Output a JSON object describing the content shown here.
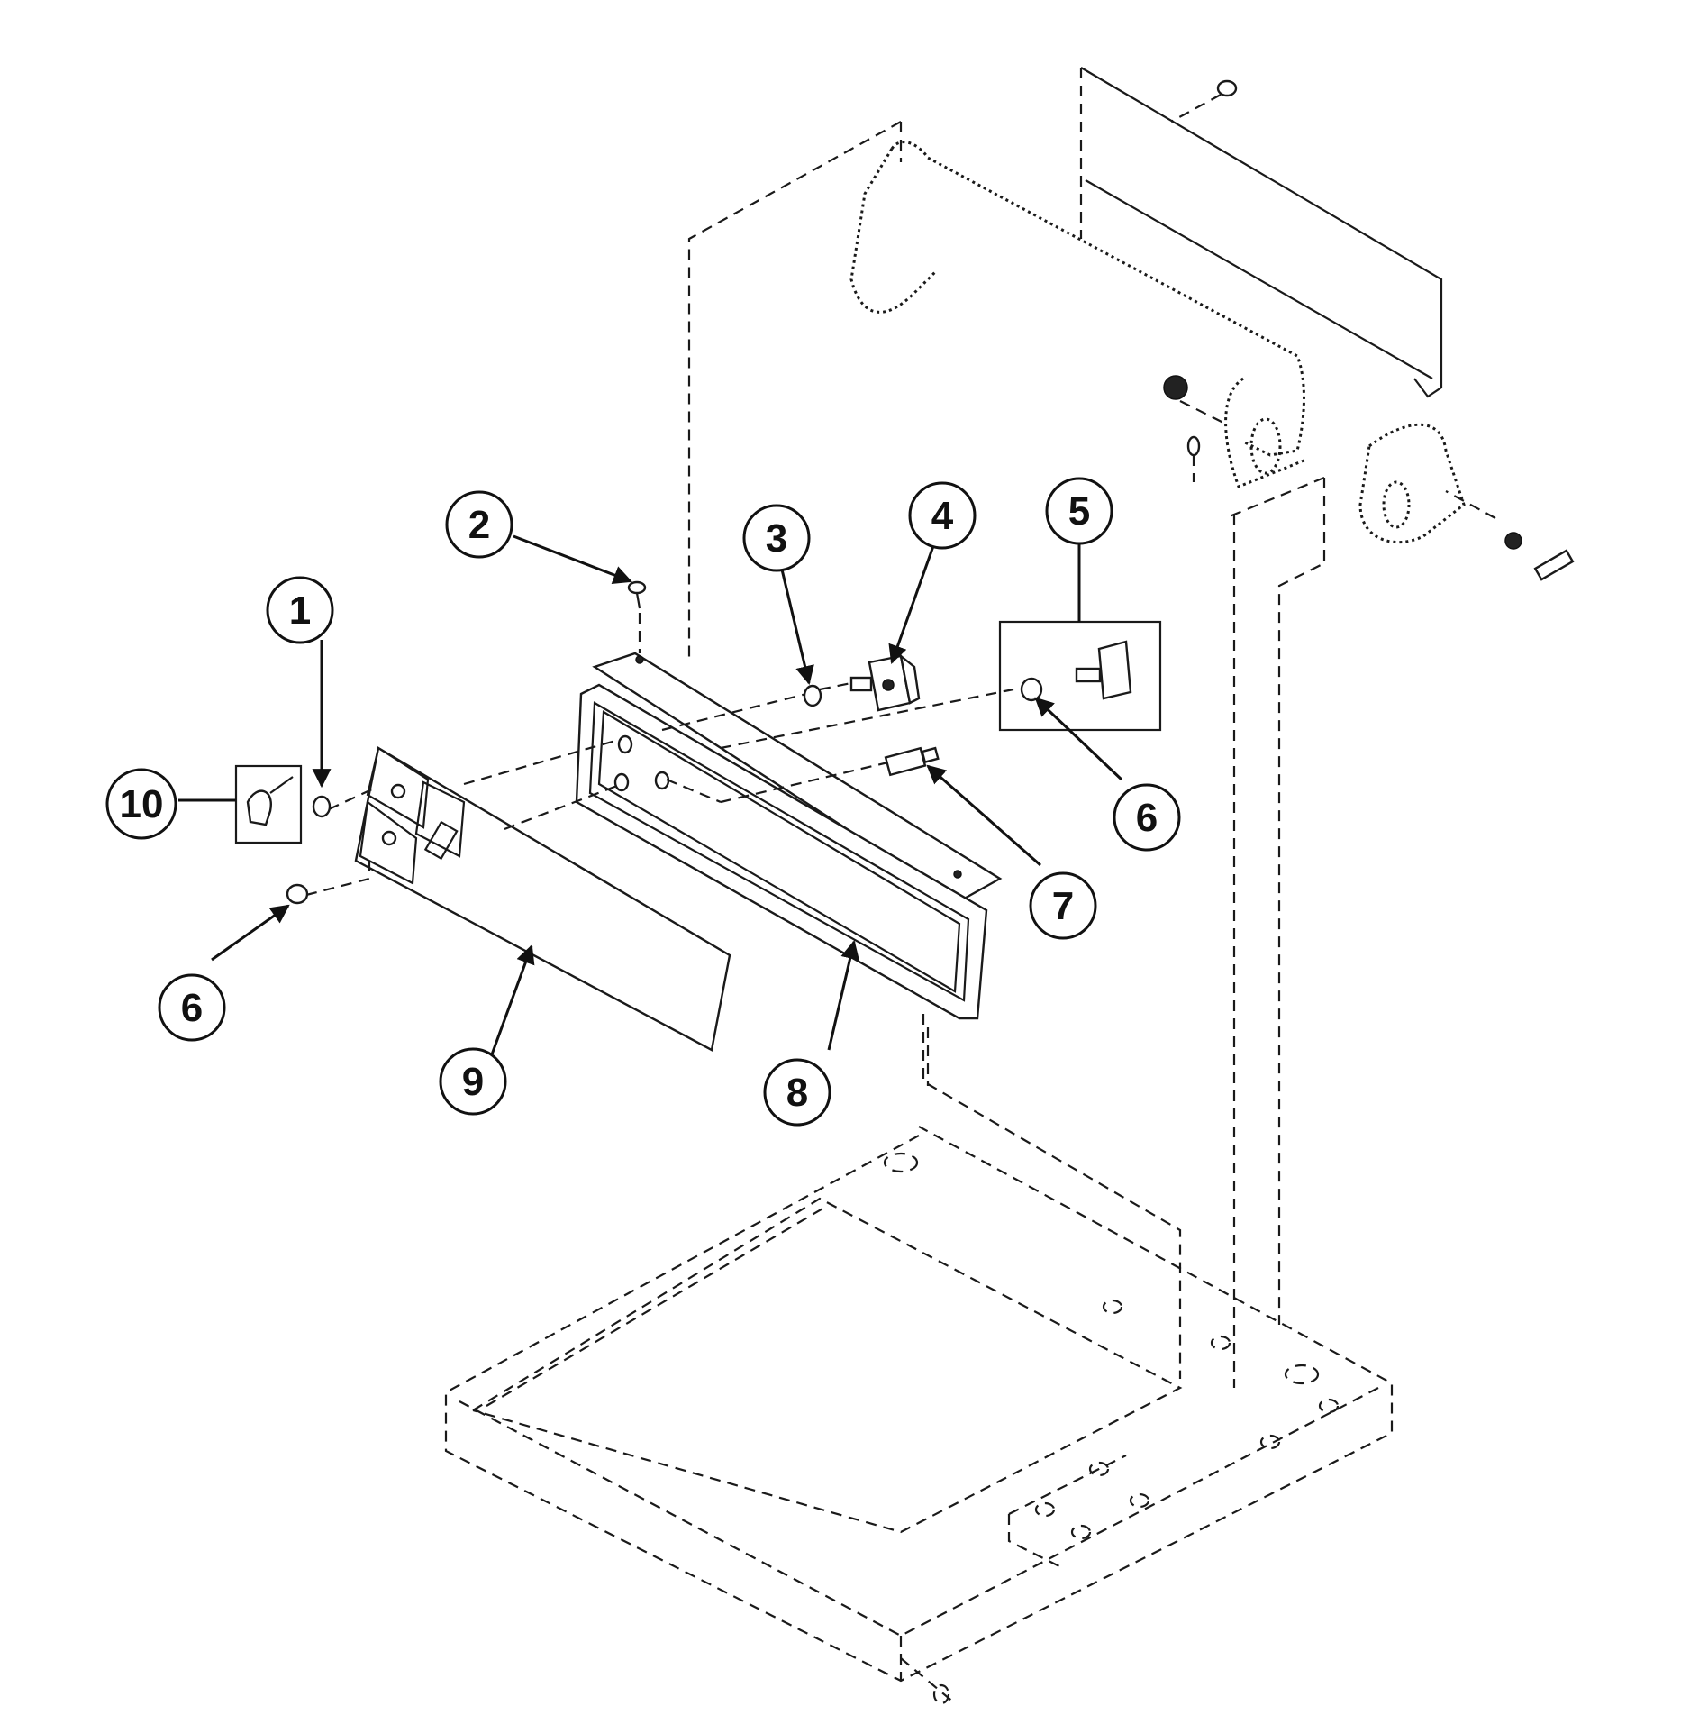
{
  "callouts": [
    {
      "id": "c1",
      "label": "1"
    },
    {
      "id": "c2",
      "label": "2"
    },
    {
      "id": "c3",
      "label": "3"
    },
    {
      "id": "c4",
      "label": "4"
    },
    {
      "id": "c5",
      "label": "5"
    },
    {
      "id": "c6a",
      "label": "6"
    },
    {
      "id": "c6b",
      "label": "6"
    },
    {
      "id": "c7",
      "label": "7"
    },
    {
      "id": "c8",
      "label": "8"
    },
    {
      "id": "c9",
      "label": "9"
    },
    {
      "id": "c10",
      "label": "10"
    }
  ]
}
